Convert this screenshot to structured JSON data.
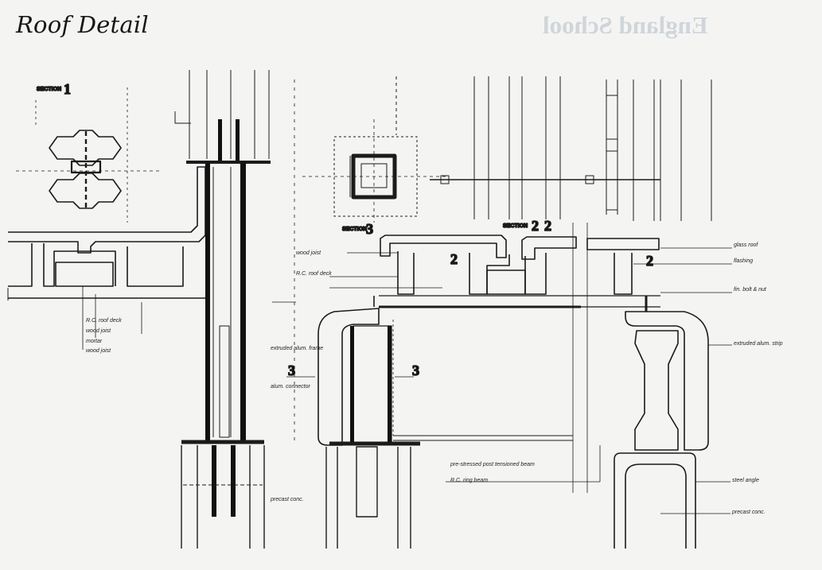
{
  "title": "Roof Detail",
  "mirrored_header": "England School",
  "drawing": {
    "section_labels": [
      "SECTION",
      "SECTION",
      "SECTION"
    ],
    "markers": {
      "sec1": "1",
      "sec2a": "2",
      "sec2b": "2",
      "sec2c": "2",
      "sec2d": "2",
      "sec3a": "3",
      "sec3b": "3",
      "sec3c": "3"
    },
    "notes": {
      "rc_roof_deck": "R.C. roof deck",
      "wood_joist": "wood joist",
      "mortar": "mortar",
      "corbel": "wood joist",
      "precast_concrete": "precast conc.",
      "extruded_alum": "extruded alum. frame",
      "alum_connector": "alum. connector",
      "rc_roof_deck_2": "R.C. roof deck",
      "wood_joist_2": "wood joist",
      "fin_bolt": "fin. bolt & nut",
      "prestressed": "pre-stressed post tensioned beam",
      "rc_beam": "R.C. ring beam",
      "glass_roof": "glass roof",
      "extruded_strip": "extruded alum. strip",
      "flashing": "flashing",
      "steel_angle": "steel angle",
      "precast_conc_2": "precast conc."
    }
  }
}
